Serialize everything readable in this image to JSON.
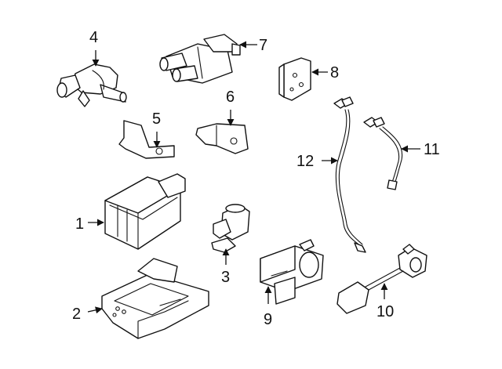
{
  "callouts": [
    {
      "id": "c1",
      "label": "1"
    },
    {
      "id": "c2",
      "label": "2"
    },
    {
      "id": "c3",
      "label": "3"
    },
    {
      "id": "c4",
      "label": "4"
    },
    {
      "id": "c5",
      "label": "5"
    },
    {
      "id": "c6",
      "label": "6"
    },
    {
      "id": "c7",
      "label": "7"
    },
    {
      "id": "c8",
      "label": "8"
    },
    {
      "id": "c9",
      "label": "9"
    },
    {
      "id": "c10",
      "label": "10"
    },
    {
      "id": "c11",
      "label": "11"
    },
    {
      "id": "c12",
      "label": "12"
    }
  ],
  "colors": {
    "line": "#111111",
    "background": "#ffffff"
  }
}
